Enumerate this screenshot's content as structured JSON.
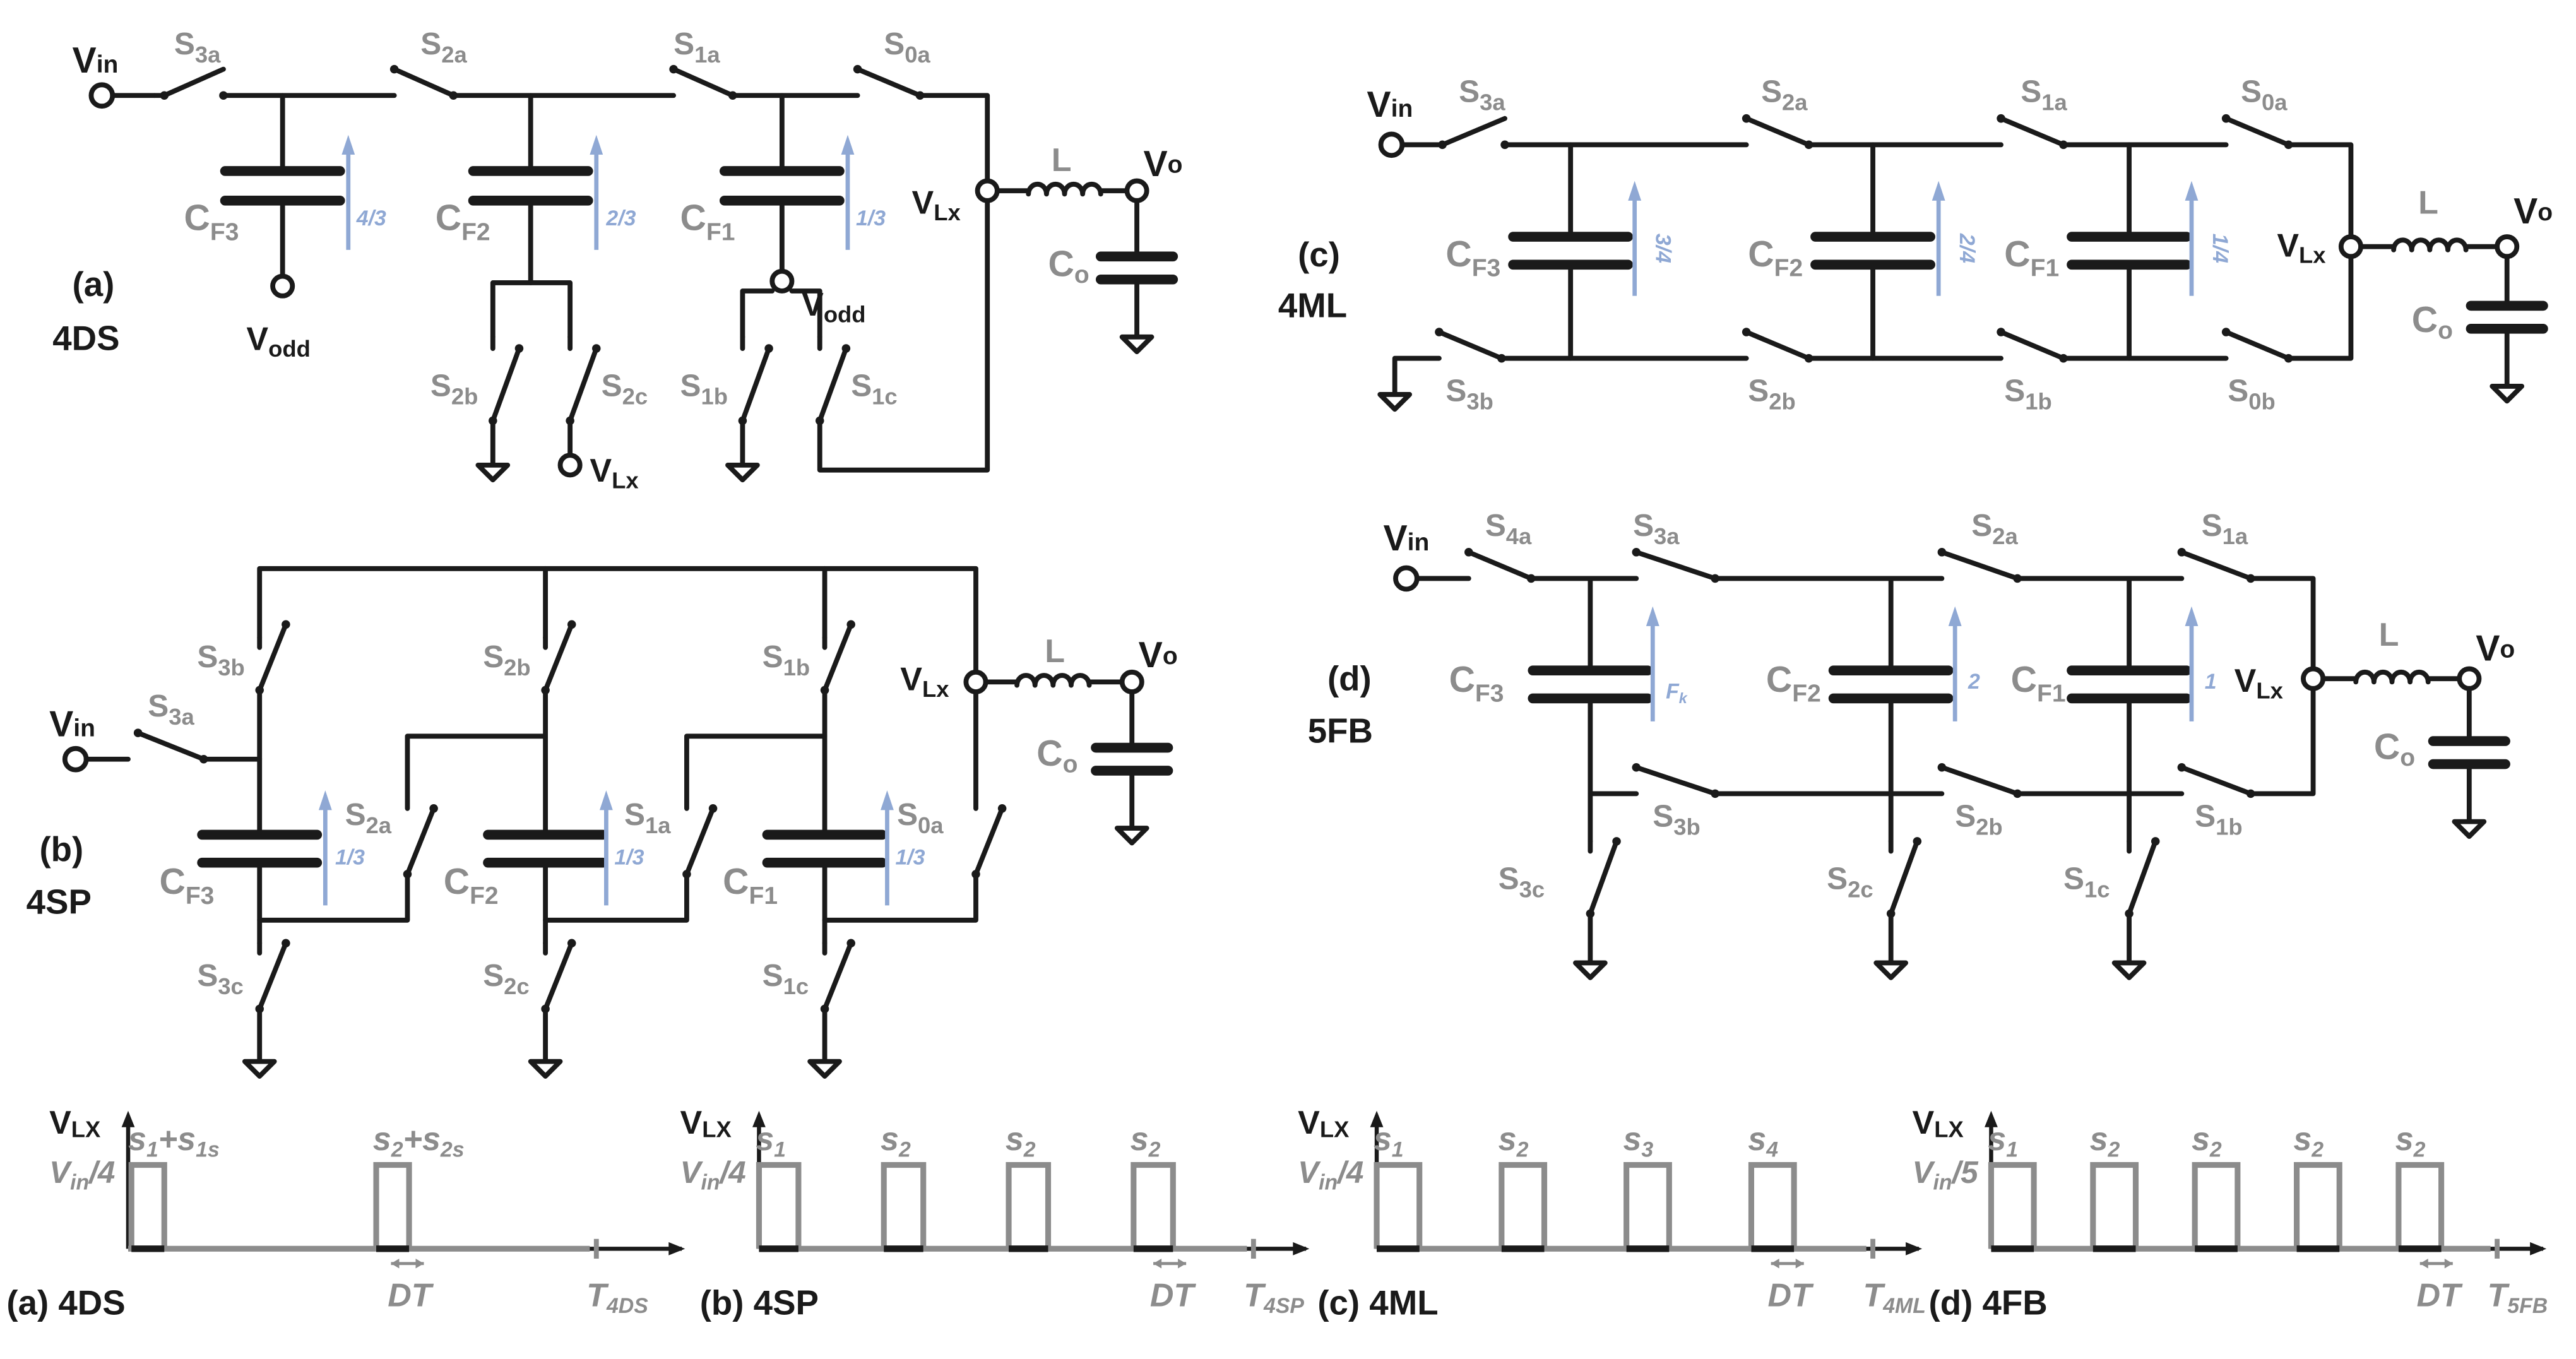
{
  "labels": {
    "panel_a": "(a)",
    "topo_a": "4DS",
    "panel_b": "(b)",
    "topo_b": "4SP",
    "panel_c": "(c)",
    "topo_c": "4ML",
    "panel_d": "(d)",
    "topo_d": "5FB"
  },
  "symbols": {
    "v_main": "V",
    "sub_in": "in",
    "sub_lx": "Lx",
    "sub_o": "o",
    "sub_odd": "odd",
    "s_main": "S",
    "c_main": "C",
    "sub_f1": "F1",
    "sub_f2": "F2",
    "sub_f3": "F3",
    "inductor": "L",
    "s_0a": "0a",
    "s_0b": "0b",
    "s_1a": "1a",
    "s_1b": "1b",
    "s_1c": "1c",
    "s_2a": "2a",
    "s_2b": "2b",
    "s_2c": "2c",
    "s_3a": "3a",
    "s_3b": "3b",
    "s_3c": "3c",
    "s_4a": "4a"
  },
  "ratios": {
    "a_cf3": "4/3",
    "a_cf2": "2/3",
    "a_cf1": "1/3",
    "b_cf3": "1/3",
    "b_cf2": "1/3",
    "b_cf1": "1/3",
    "c_cf3": "3/4",
    "c_cf2": "2/4",
    "c_cf1": "1/4",
    "d_cf3": "F",
    "d_cf3_sub": "k",
    "d_cf2": "2",
    "d_cf1": "1"
  },
  "waveforms": {
    "axis_main": "V",
    "axis_sub": "LX",
    "dt": "DT",
    "t_main": "T",
    "a": {
      "label": "(a) 4DS",
      "level_main": "V",
      "level_sub": "in",
      "level_tail": "/4",
      "t_sub": "4DS",
      "pulses": [
        {
          "main": "s",
          "sub": "1",
          "plus": "+s",
          "sub2": "1s"
        },
        {
          "main": "s",
          "sub": "2",
          "plus": "+s",
          "sub2": "2s"
        }
      ]
    },
    "b": {
      "label": "(b) 4SP",
      "level_main": "V",
      "level_sub": "in",
      "level_tail": "/4",
      "t_sub": "4SP",
      "pulses": [
        {
          "main": "s",
          "sub": "1"
        },
        {
          "main": "s",
          "sub": "2"
        },
        {
          "main": "s",
          "sub": "2"
        },
        {
          "main": "s",
          "sub": "2"
        }
      ]
    },
    "c": {
      "label": "(c) 4ML",
      "level_main": "V",
      "level_sub": "in",
      "level_tail": "/4",
      "t_sub": "4ML",
      "pulses": [
        {
          "main": "s",
          "sub": "1"
        },
        {
          "main": "s",
          "sub": "2"
        },
        {
          "main": "s",
          "sub": "3"
        },
        {
          "main": "s",
          "sub": "4"
        }
      ]
    },
    "d": {
      "label": "(d) 4FB",
      "level_main": "V",
      "level_sub": "in",
      "level_tail": "/5",
      "t_sub": "5FB",
      "pulses": [
        {
          "main": "s",
          "sub": "1"
        },
        {
          "main": "s",
          "sub": "2"
        },
        {
          "main": "s",
          "sub": "2"
        },
        {
          "main": "s",
          "sub": "2"
        },
        {
          "main": "s",
          "sub": "2"
        }
      ]
    }
  },
  "colors": {
    "wire": "#1a1a1a",
    "label_gray": "#8c8c8c",
    "ratio_blue": "#8fa8d4"
  }
}
